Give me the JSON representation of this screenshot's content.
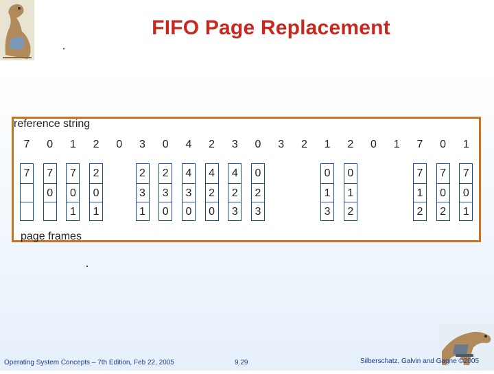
{
  "title": "FIFO Page Replacement",
  "labels": {
    "reference_string": "reference string",
    "page_frames": "page frames"
  },
  "reference_string": [
    "7",
    "0",
    "1",
    "2",
    "0",
    "3",
    "0",
    "4",
    "2",
    "3",
    "0",
    "3",
    "2",
    "1",
    "2",
    "0",
    "1",
    "7",
    "0",
    "1"
  ],
  "frames": [
    {
      "ref_index": 0,
      "values": [
        "7",
        "",
        ""
      ]
    },
    {
      "ref_index": 1,
      "values": [
        "7",
        "0",
        ""
      ]
    },
    {
      "ref_index": 2,
      "values": [
        "7",
        "0",
        "1"
      ]
    },
    {
      "ref_index": 3,
      "values": [
        "2",
        "0",
        "1"
      ]
    },
    {
      "ref_index": 5,
      "values": [
        "2",
        "3",
        "1"
      ]
    },
    {
      "ref_index": 6,
      "values": [
        "2",
        "3",
        "0"
      ]
    },
    {
      "ref_index": 7,
      "values": [
        "4",
        "3",
        "0"
      ]
    },
    {
      "ref_index": 8,
      "values": [
        "4",
        "2",
        "0"
      ]
    },
    {
      "ref_index": 9,
      "values": [
        "4",
        "2",
        "3"
      ]
    },
    {
      "ref_index": 10,
      "values": [
        "0",
        "2",
        "3"
      ]
    },
    {
      "ref_index": 13,
      "values": [
        "0",
        "1",
        "3"
      ]
    },
    {
      "ref_index": 14,
      "values": [
        "0",
        "1",
        "2"
      ]
    },
    {
      "ref_index": 17,
      "values": [
        "7",
        "1",
        "2"
      ]
    },
    {
      "ref_index": 18,
      "values": [
        "7",
        "0",
        "2"
      ]
    },
    {
      "ref_index": 19,
      "values": [
        "7",
        "0",
        "1"
      ]
    }
  ],
  "footer": {
    "left": "Operating System Concepts – 7th Edition, Feb 22, 2005",
    "center": "9.29",
    "right": "Silberschatz, Galvin and Gagne ©2005"
  },
  "colors": {
    "title": "#c8281e",
    "frame_border": "#c8741e",
    "cell_border": "#1a4aa0",
    "footer_text": "#1a3a8a"
  },
  "icons": {
    "top_left": "dinosaur-logo-icon",
    "bottom_right": "dinosaur-laptop-icon"
  }
}
